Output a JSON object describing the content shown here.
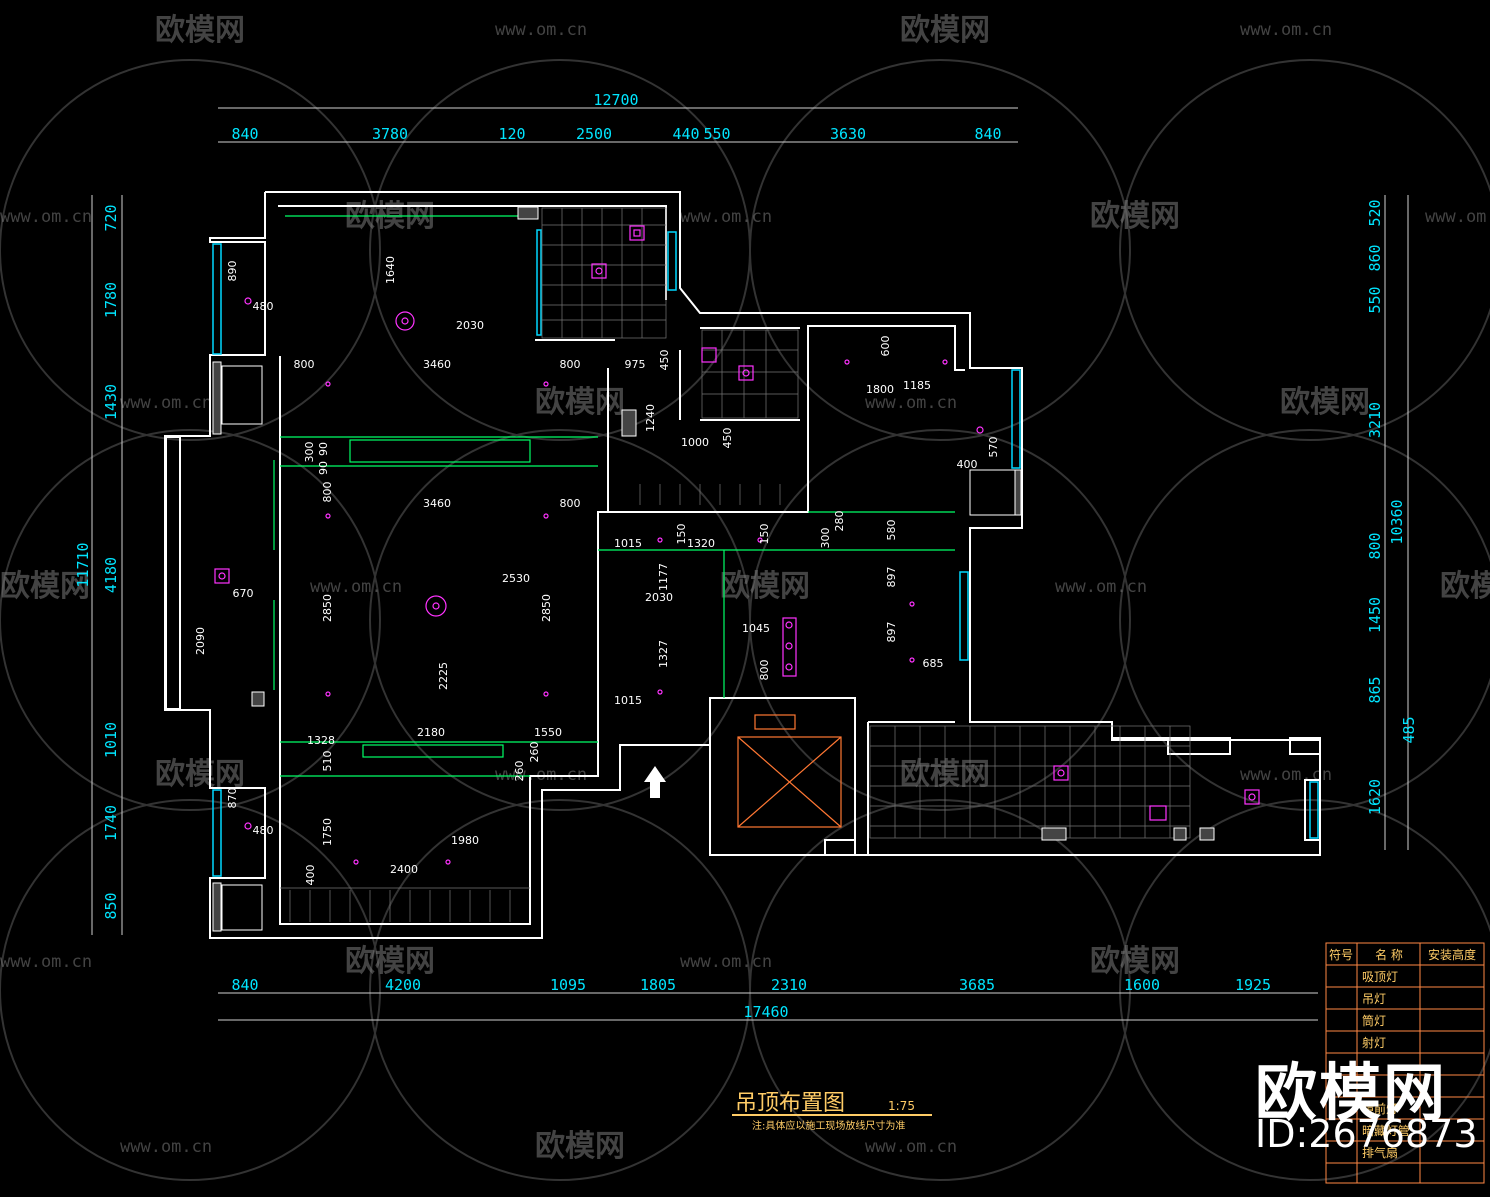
{
  "title": "吊顶布置图",
  "scale": "1:75",
  "note": "注:具体应以施工现场放线尺寸为准",
  "watermark": {
    "brand": "欧模网",
    "url": "www.om.cn"
  },
  "brand_overlay": {
    "name": "欧模网",
    "id": "ID:2676873"
  },
  "dimensions": {
    "top_total": "12700",
    "top": [
      "840",
      "3780",
      "120",
      "2500",
      "440",
      "550",
      "3630",
      "840"
    ],
    "bottom_total": "17460",
    "bottom": [
      "840",
      "4200",
      "1095",
      "1805",
      "2310",
      "3685",
      "1600",
      "1925"
    ],
    "left_total": "11710",
    "left": [
      "720",
      "1780",
      "1430",
      "4180",
      "1010",
      "1740",
      "850"
    ],
    "right_total": "10360",
    "right_total2": "3210",
    "right": [
      "520",
      "860",
      "550",
      "800",
      "1450",
      "865",
      "1620"
    ],
    "right_extra": "485",
    "inner": [
      "890",
      "480",
      "1640",
      "2030",
      "800",
      "3460",
      "800",
      "975",
      "450",
      "1240",
      "600",
      "1800",
      "1185",
      "1000",
      "450",
      "570",
      "400",
      "300",
      "90",
      "90",
      "800",
      "3460",
      "800",
      "1015",
      "1320",
      "150",
      "150",
      "280",
      "300",
      "580",
      "2530",
      "2850",
      "2850",
      "2090",
      "670",
      "1177",
      "2030",
      "897",
      "897",
      "1045",
      "685",
      "2225",
      "1327",
      "1015",
      "800",
      "1328",
      "2180",
      "1550",
      "510",
      "260",
      "260",
      "870",
      "480",
      "1750",
      "1980",
      "400",
      "2400"
    ]
  },
  "legend": {
    "headers": {
      "symbol": "符号",
      "name": "名  称",
      "height": "安装高度"
    },
    "items": [
      "吸顶灯",
      "吊灯",
      "筒灯",
      "射灯",
      "",
      "",
      "镜前灯",
      "暗藏灯管",
      "排气扇"
    ]
  },
  "colors": {
    "wall": "#ffffff",
    "dim": "#00e5ff",
    "light": "#ff33ff",
    "window": "#00d8ff",
    "green": "#00ff66",
    "legend": "#ffcc66",
    "arrow": "#ff7733"
  }
}
